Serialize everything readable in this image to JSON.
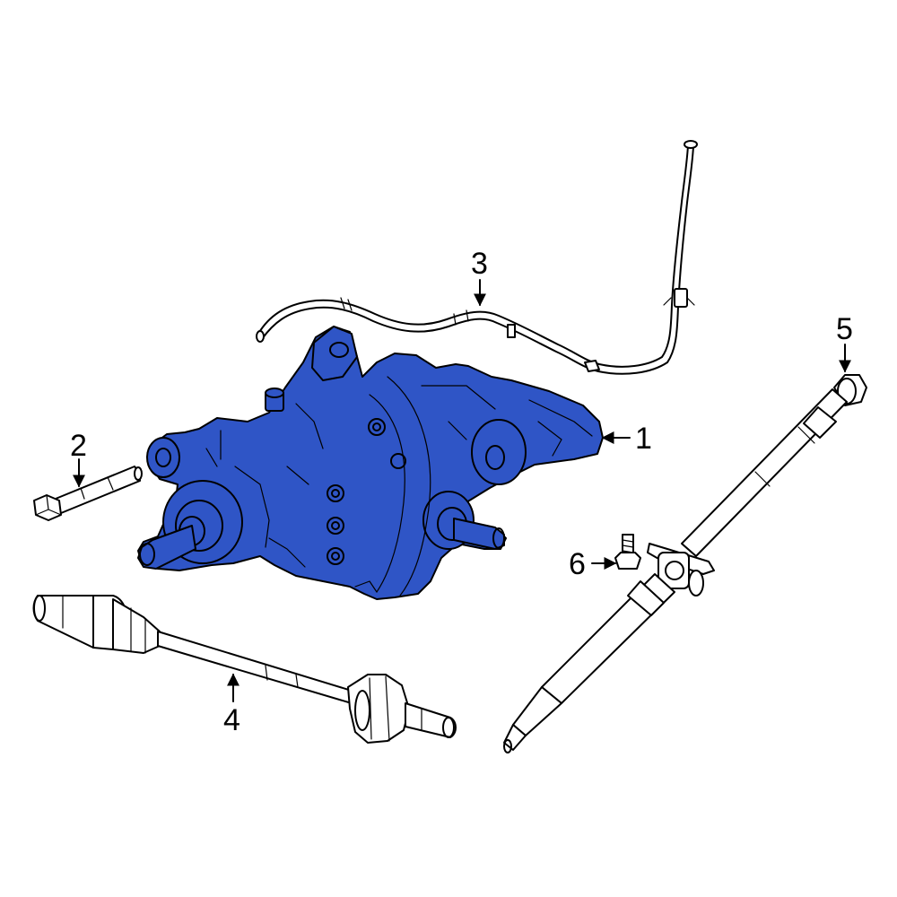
{
  "callouts": [
    {
      "label": "1",
      "part": "rear-differential-assembly"
    },
    {
      "label": "2",
      "part": "bolt"
    },
    {
      "label": "3",
      "part": "vent-hose"
    },
    {
      "label": "4",
      "part": "axle-shaft"
    },
    {
      "label": "5",
      "part": "drive-shaft"
    },
    {
      "label": "6",
      "part": "bolt"
    }
  ],
  "colors": {
    "highlight": "#2f55c6",
    "outline": "#000000",
    "background": "#ffffff"
  }
}
